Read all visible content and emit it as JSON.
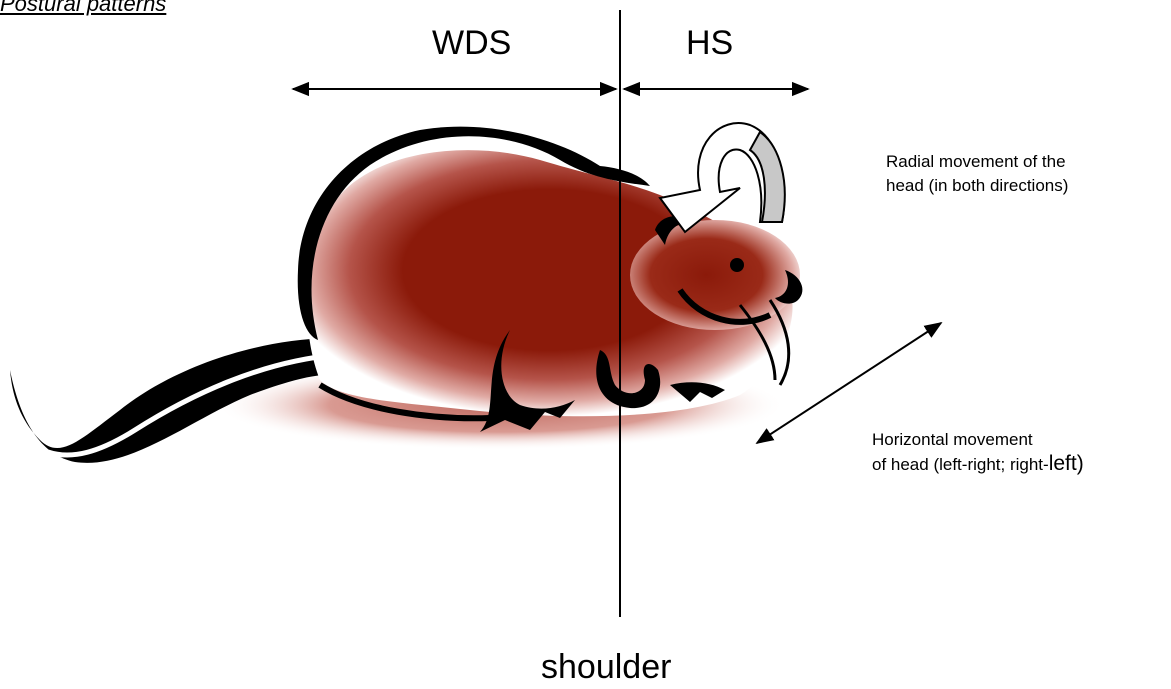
{
  "title": "Postural patterns",
  "labels": {
    "wds": "WDS",
    "hs": "HS",
    "shoulder": "shoulder",
    "radial_line1": "Radial movement of the",
    "radial_line2": "head (in both directions)",
    "horizontal_line1": "Horizontal movement",
    "horizontal_line2_prefix": "of head (left-right; right-",
    "horizontal_line2_suffix": "left)"
  },
  "colors": {
    "rat_body": "#8b1a0a",
    "outline": "#000000",
    "arrow_fill": "#c8c8c8"
  },
  "icons": {
    "rat": "rat-illustration-icon",
    "curved_arrow": "radial-rotation-arrow-icon"
  }
}
